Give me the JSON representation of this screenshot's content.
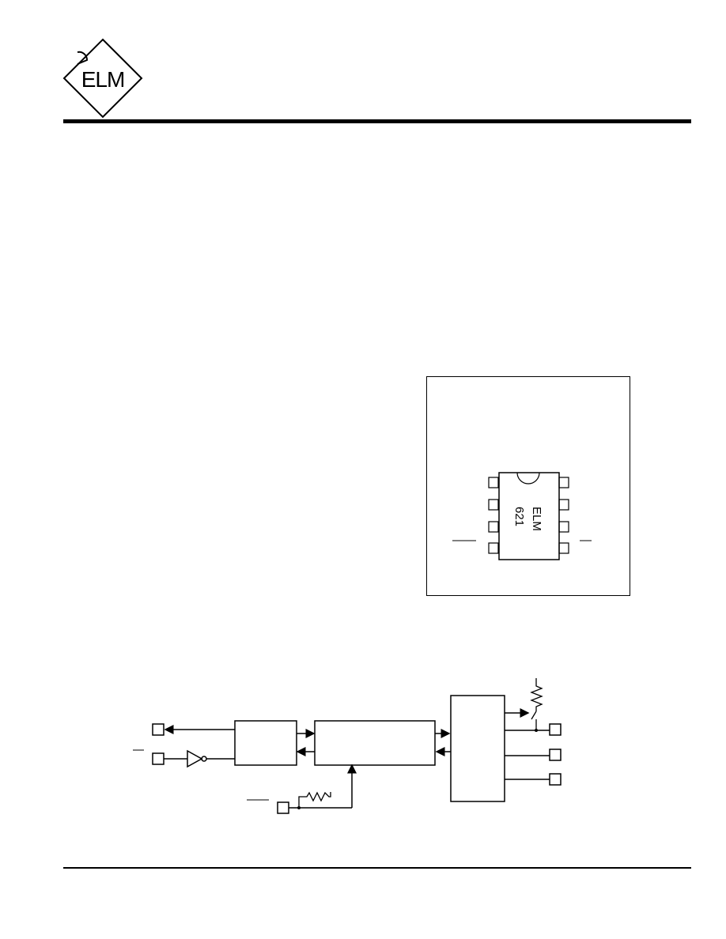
{
  "logo": {
    "text": "ELM",
    "icon": "elm-diamond-logo"
  },
  "pinout": {
    "chip_marking_line1": "ELM",
    "chip_marking_line2": "621"
  },
  "colors": {
    "ink": "#000000",
    "paper": "#ffffff"
  }
}
